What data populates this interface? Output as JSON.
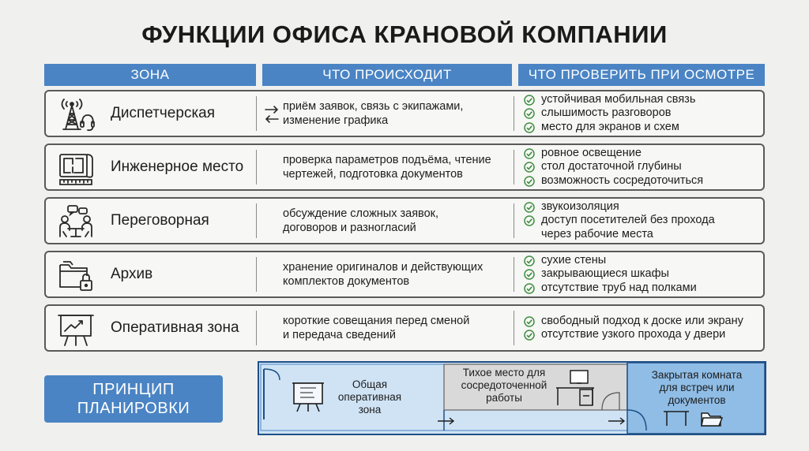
{
  "title": "ФУНКЦИИ ОФИСА КРАНОВОЙ КОМПАНИИ",
  "headers": {
    "zone": "ЗОНА",
    "what": "ЧТО ПРОИСХОДИТ",
    "check": "ЧТО ПРОВЕРИТЬ ПРИ ОСМОТРЕ"
  },
  "rows": [
    {
      "icon": "radio-tower-headset-icon",
      "name": "Диспетчерская",
      "what_lines": [
        "приём заявок, связь с экипажами,",
        "изменение графика"
      ],
      "checks": [
        "устойчивая мобильная связь",
        "слышимость разговоров",
        "место для экранов и схем"
      ]
    },
    {
      "icon": "blueprint-icon",
      "name": "Инженерное место",
      "what_lines": [
        "проверка параметров подъёма, чтение",
        "чертежей, подготовка документов"
      ],
      "checks": [
        "ровное освещение",
        "стол достаточной глубины",
        "возможность сосредоточиться"
      ]
    },
    {
      "icon": "meeting-people-icon",
      "name": "Переговорная",
      "what_lines": [
        "обсуждение сложных заявок,",
        "договоров и разногласий"
      ],
      "checks": [
        "звукоизоляция",
        "доступ посетителей без прохода",
        "через рабочие места"
      ]
    },
    {
      "icon": "folder-lock-icon",
      "name": "Архив",
      "what_lines": [
        "хранение оригиналов и действующих",
        "комплектов документов"
      ],
      "checks": [
        "сухие стены",
        "закрывающиеся шкафы",
        "отсутствие труб над полками"
      ]
    },
    {
      "icon": "presentation-board-icon",
      "name": "Оперативная зона",
      "what_lines": [
        "короткие совещания перед сменой",
        "и передача сведений"
      ],
      "checks": [
        "свободный подход к доске или экрану",
        "отсутствие узкого прохода у двери"
      ]
    }
  ],
  "principle": {
    "line1": "ПРИНЦИП",
    "line2": "ПЛАНИРОВКИ"
  },
  "plan": {
    "zone1": [
      "Общая",
      "оперативная",
      "зона"
    ],
    "zone2": [
      "Тихое место для",
      "сосредоточенной",
      "работы"
    ],
    "zone3": [
      "Закрытая комната",
      "для встреч или",
      "документов"
    ]
  },
  "colors": {
    "accent": "#4a84c4",
    "check_green": "#3f8f3f",
    "plan_light": "#cfe3f5",
    "plan_mid": "#8fbde6",
    "plan_gray": "#d9d9d9"
  }
}
